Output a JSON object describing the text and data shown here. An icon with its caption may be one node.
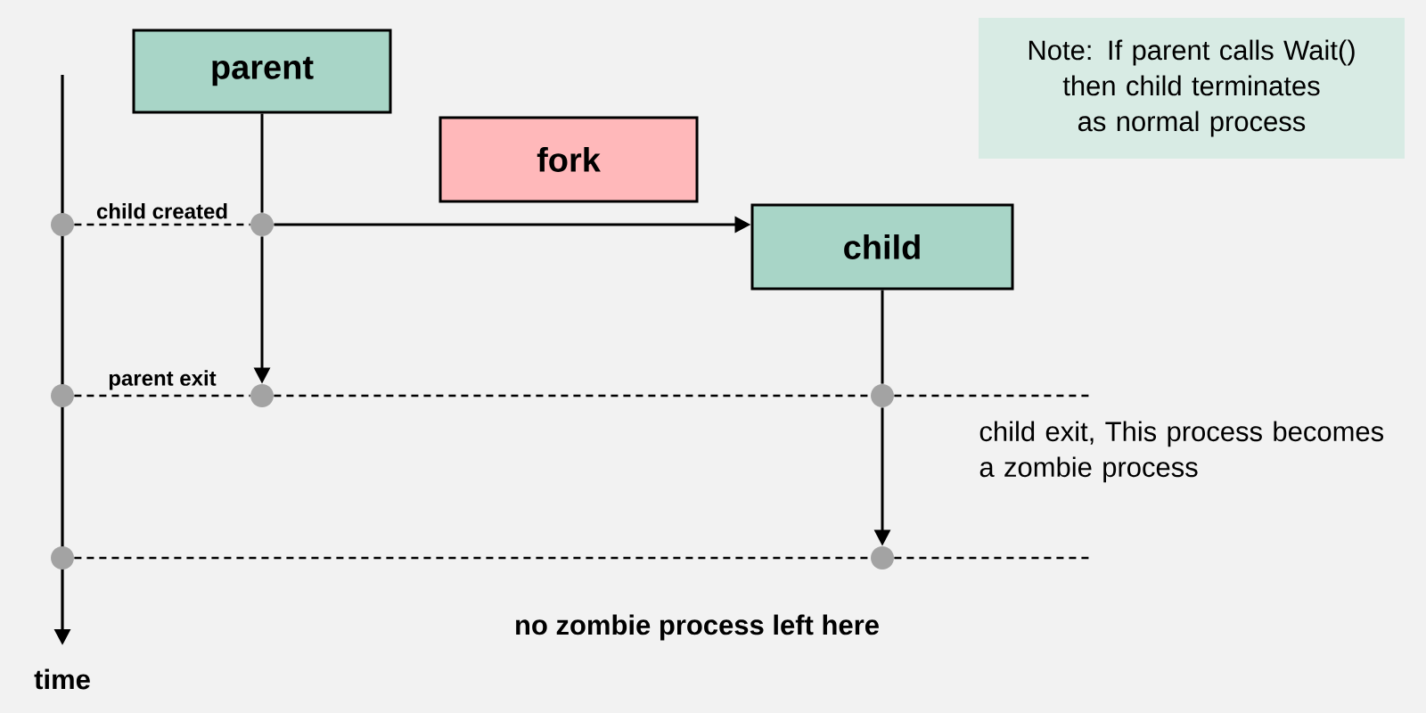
{
  "diagram": {
    "nodes": [
      {
        "text": [
          "parent"
        ]
      },
      {
        "text": [
          "fork"
        ]
      },
      {
        "text": [
          "Note: If parent calls Wait() then child terminates as normal process"
        ]
      },
      {
        "text": [
          "child"
        ]
      },
      {
        "text": [],
        "shape": "circle"
      },
      {
        "text": [],
        "shape": "circle"
      },
      {
        "text": [],
        "shape": "circle"
      },
      {
        "text": [],
        "shape": "circle"
      },
      {
        "text": [],
        "shape": "circle"
      },
      {
        "text": [],
        "shape": "circle"
      },
      {
        "text": [],
        "shape": "circle"
      }
    ],
    "edges": [
      {
        "from": 0,
        "to": 5,
        "arrow": "none"
      },
      {
        "from": 5,
        "to": 7,
        "arrow": "to"
      },
      {
        "from": 5,
        "to": 3,
        "arrow": "to"
      },
      {
        "from": 3,
        "to": 8,
        "arrow": "none"
      },
      {
        "from": 8,
        "to": 10,
        "arrow": "to"
      },
      {
        "from": 4,
        "to": 5,
        "arrow": "none",
        "style": "dashed",
        "label": "child created"
      },
      {
        "from": 6,
        "to": 7,
        "arrow": "none",
        "style": "dashed",
        "label": "parent exit"
      },
      {
        "from": 7,
        "to": 8,
        "arrow": "none",
        "style": "dashed"
      },
      {
        "from": 8,
        "to": null,
        "arrow": "none",
        "style": "dashed"
      },
      {
        "from": 9,
        "to": 10,
        "arrow": "none",
        "style": "dashed"
      },
      {
        "from": 10,
        "to": null,
        "arrow": "none",
        "style": "dashed"
      }
    ],
    "labels": [
      "child exit, This process becomes a zombie process",
      "no zombie process left here",
      "time"
    ]
  }
}
